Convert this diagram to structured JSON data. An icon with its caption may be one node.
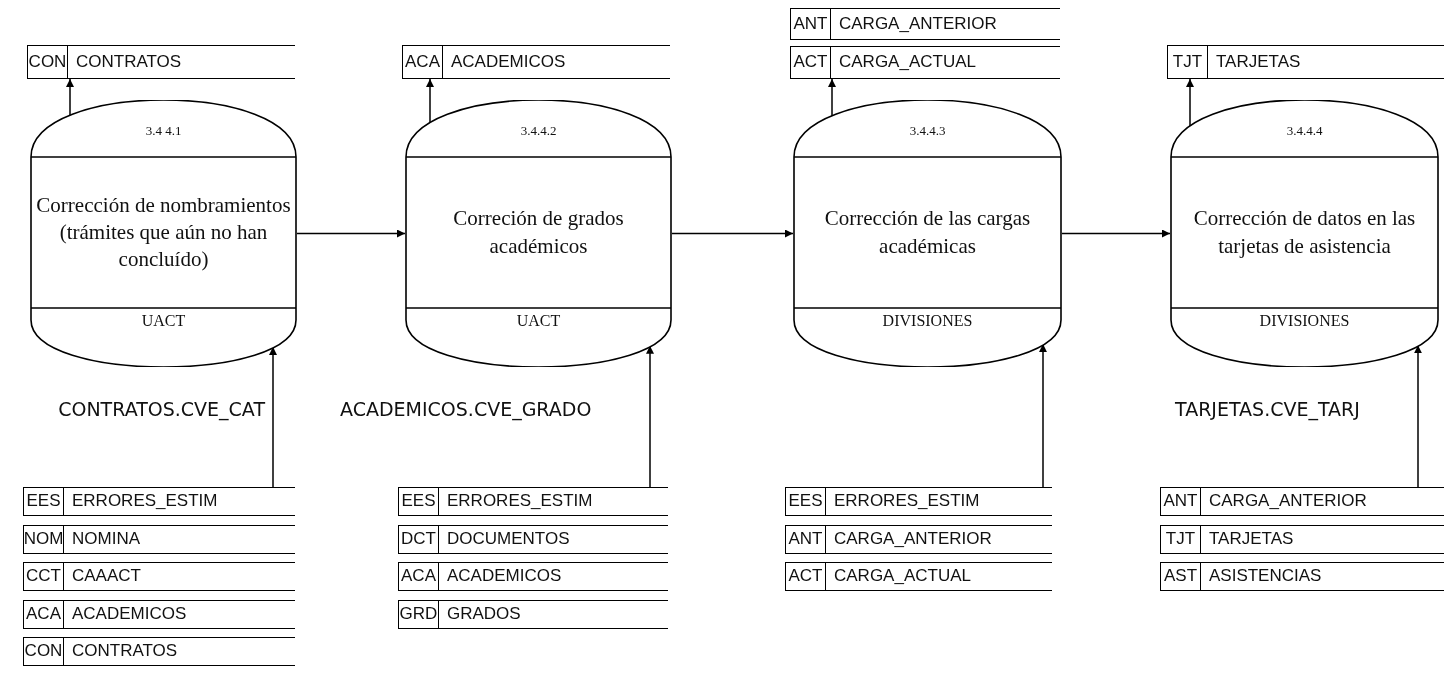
{
  "diagram": {
    "nodes": [
      {
        "text": [
          "CON",
          "CONTRATOS"
        ]
      },
      {
        "text": [
          "ACA",
          "ACADEMICOS"
        ]
      },
      {
        "text": [
          "ANT",
          "CARGA_ANTERIOR"
        ]
      },
      {
        "text": [
          "ACT",
          "CARGA_ACTUAL"
        ]
      },
      {
        "text": [
          "TJT",
          "TARJETAS"
        ]
      },
      {
        "text": [
          "3.4 4.1",
          "Corrección de nombramientos (trámites que aún no han concluído)",
          "UACT"
        ]
      },
      {
        "text": [
          "3.4.4.2",
          "Correción de grados académicos",
          "UACT"
        ]
      },
      {
        "text": [
          "3.4.4.3",
          "Corrección de las cargas académicas",
          "DIVISIONES"
        ]
      },
      {
        "text": [
          "3.4.4.4",
          "Corrección de datos en las tarjetas de asistencia",
          "DIVISIONES"
        ]
      },
      {
        "text": [
          "EES",
          "ERRORES_ESTIM"
        ]
      },
      {
        "text": [
          "NOM",
          "NOMINA"
        ]
      },
      {
        "text": [
          "CCT",
          "CAAACT"
        ]
      },
      {
        "text": [
          "ACA",
          "ACADEMICOS"
        ]
      },
      {
        "text": [
          "CON",
          "CONTRATOS"
        ]
      },
      {
        "text": [
          "EES",
          "ERRORES_ESTIM"
        ]
      },
      {
        "text": [
          "DCT",
          "DOCUMENTOS"
        ]
      },
      {
        "text": [
          "ACA",
          "ACADEMICOS"
        ]
      },
      {
        "text": [
          "GRD",
          "GRADOS"
        ]
      },
      {
        "text": [
          "EES",
          "ERRORES_ESTIM"
        ]
      },
      {
        "text": [
          "ANT",
          "CARGA_ANTERIOR"
        ]
      },
      {
        "text": [
          "ACT",
          "CARGA_ACTUAL"
        ]
      },
      {
        "text": [
          "ANT",
          "CARGA_ANTERIOR"
        ]
      },
      {
        "text": [
          "TJT",
          "TARJETAS"
        ]
      },
      {
        "text": [
          "AST",
          "ASISTENCIAS"
        ]
      }
    ],
    "edges": [
      {
        "from": 5,
        "to": 0,
        "arrow": "to"
      },
      {
        "from": 6,
        "to": 1,
        "arrow": "to"
      },
      {
        "from": 7,
        "to": 3,
        "arrow": "to"
      },
      {
        "from": 8,
        "to": 4,
        "arrow": "to"
      },
      {
        "from": 5,
        "to": 6,
        "arrow": "to"
      },
      {
        "from": 6,
        "to": 7,
        "arrow": "to"
      },
      {
        "from": 7,
        "to": 8,
        "arrow": "to"
      },
      {
        "from": 9,
        "to": 5,
        "arrow": "to",
        "label": "CONTRATOS.CVE_CAT"
      },
      {
        "from": 14,
        "to": 6,
        "arrow": "to",
        "label": "ACADEMICOS.CVE_GRADO"
      },
      {
        "from": 18,
        "to": 7,
        "arrow": "to"
      },
      {
        "from": 21,
        "to": 8,
        "arrow": "to",
        "label": "TARJETAS.CVE_TARJ"
      }
    ]
  }
}
